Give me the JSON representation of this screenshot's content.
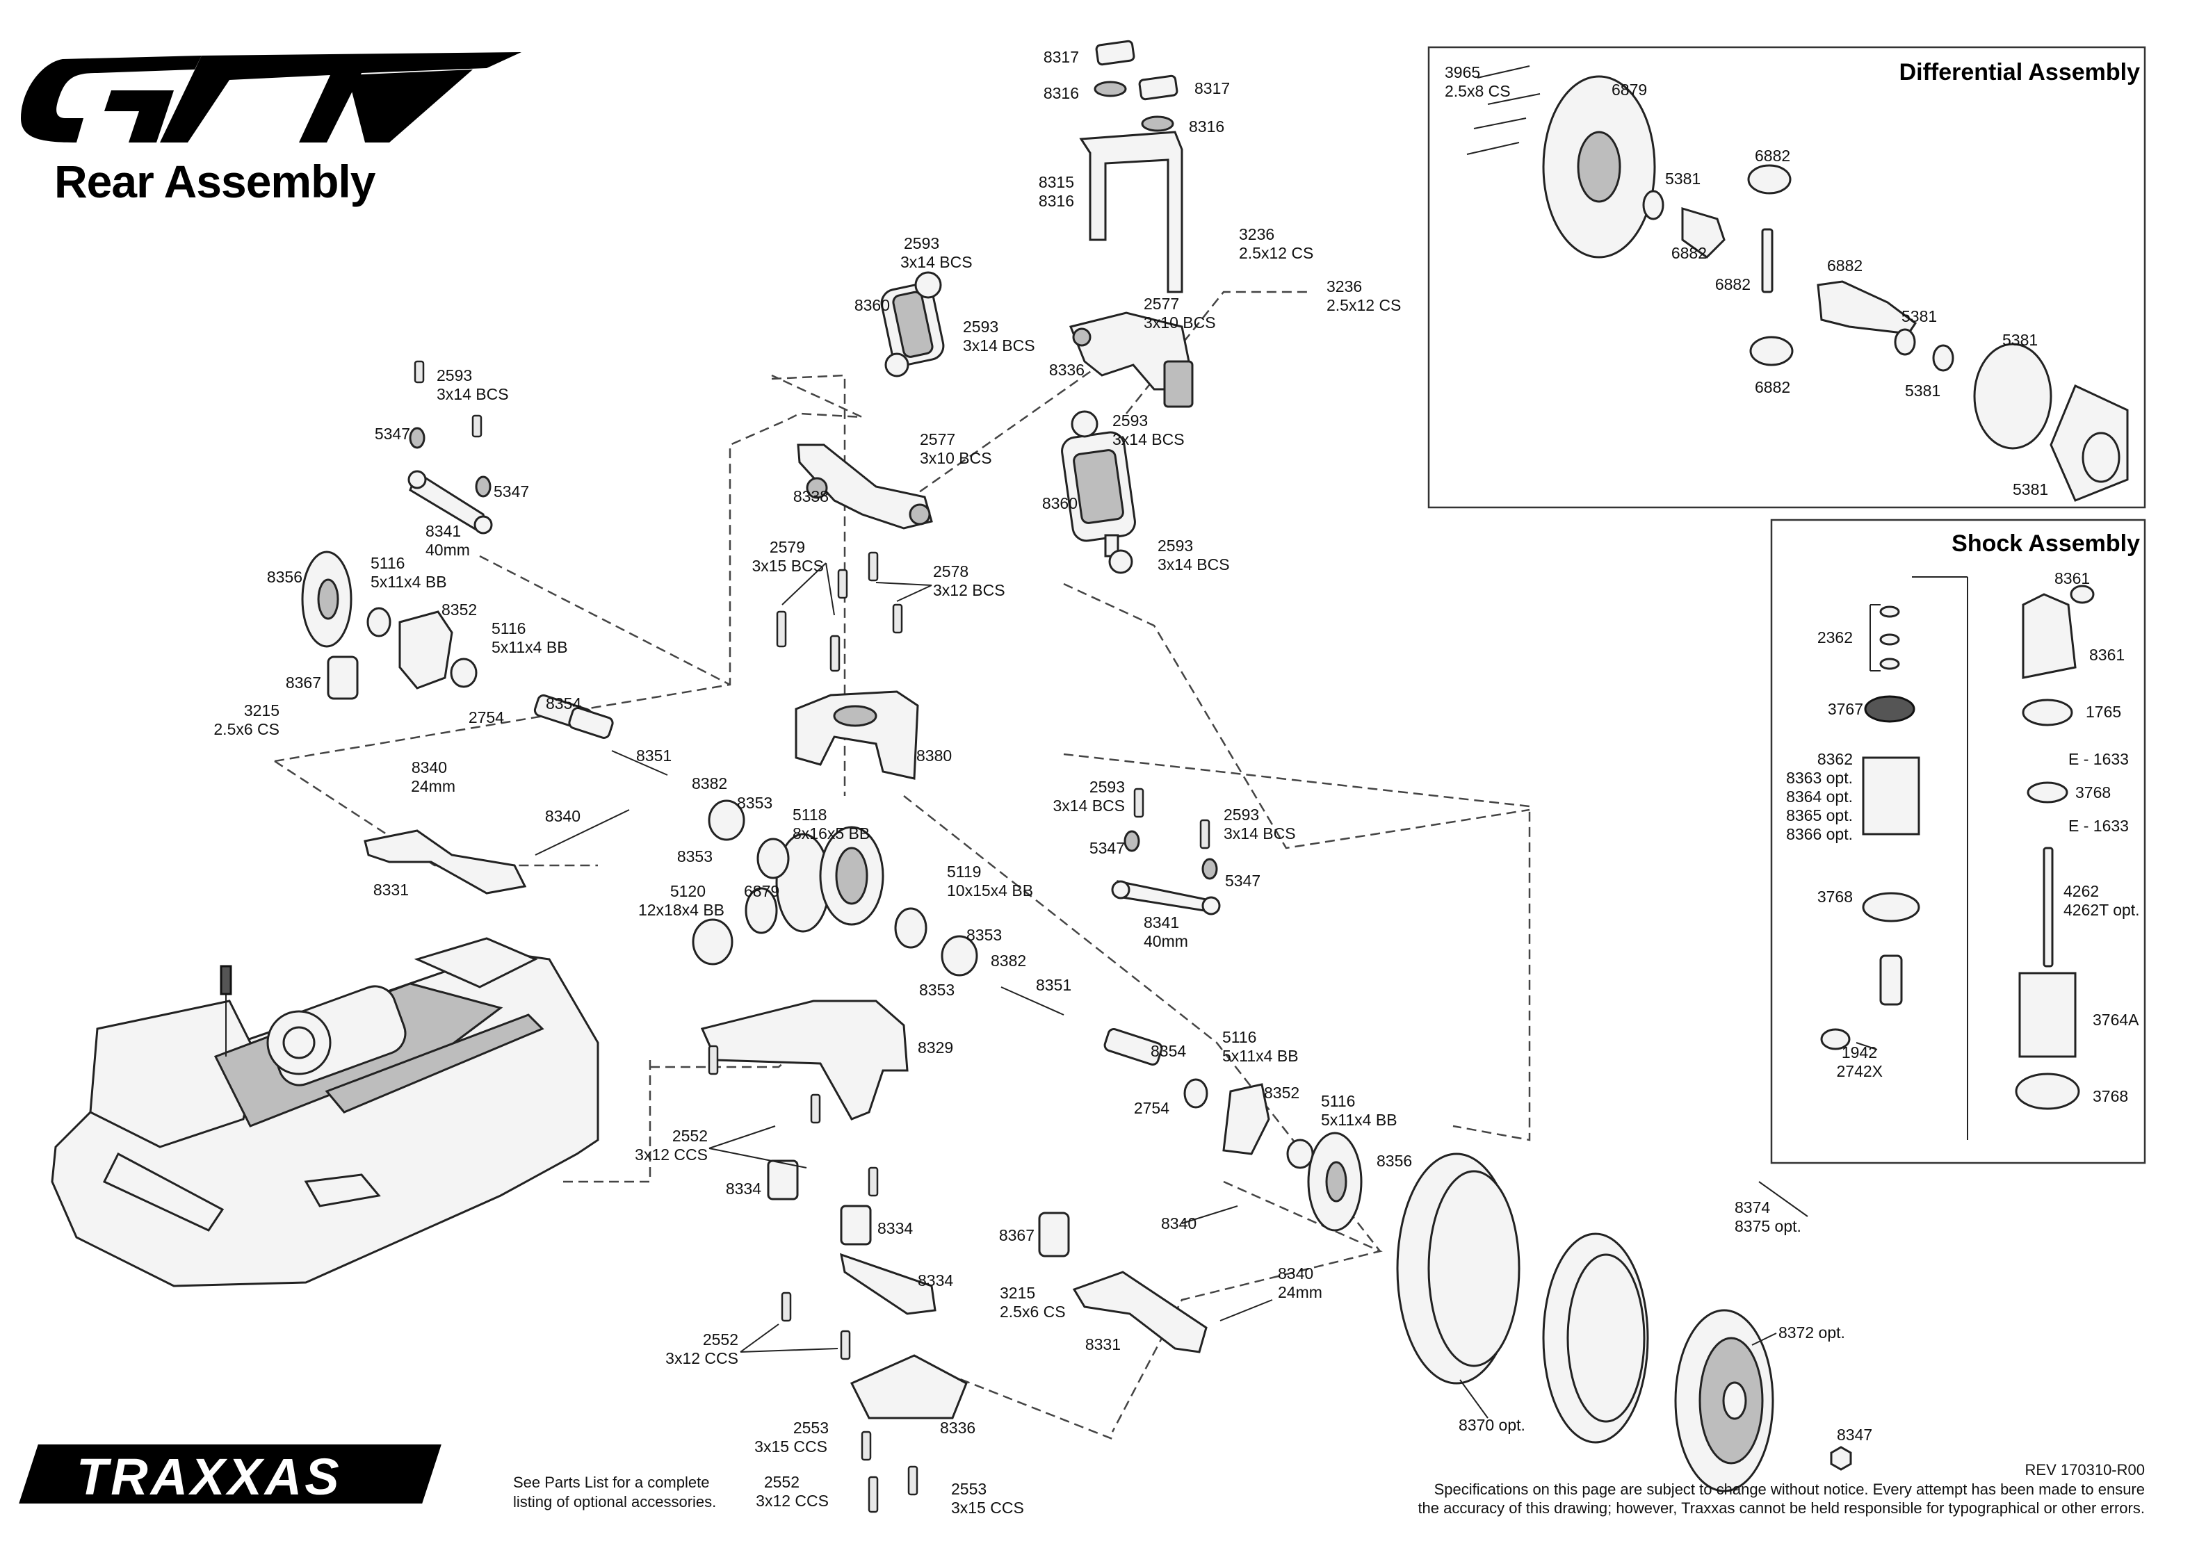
{
  "header": {
    "logo_text": "GT",
    "title": "Rear Assembly"
  },
  "insets": {
    "differential": {
      "title": "Differential Assembly"
    },
    "shock": {
      "title": "Shock Assembly"
    }
  },
  "labels": {
    "l8317a": "8317",
    "l8316a": "8316",
    "l8317b": "8317",
    "l8316b": "8316",
    "l8315": "8315",
    "l8316c": "8316",
    "l3236a1": "3236",
    "l3236a2": "2.5x12 CS",
    "l3236b1": "3236",
    "l3236b2": "2.5x12 CS",
    "l2593a1": "2593",
    "l2593a2": "3x14 BCS",
    "l8360a": "8360",
    "l2593b1": "2593",
    "l2593b2": "3x14 BCS",
    "l2577a1": "2577",
    "l2577a2": "3x10 BCS",
    "l8336a": "8336",
    "l2593c1": "2593",
    "l2593c2": "3x14 BCS",
    "l2577b1": "2577",
    "l2577b2": "3x10 BCS",
    "l8338": "8338",
    "l8360b": "8360",
    "l2593d1": "2593",
    "l2593d2": "3x14 BCS",
    "l2593e1": "2593",
    "l2593e2": "3x14 BCS",
    "l5347a": "5347",
    "l5347b": "5347",
    "l8341a1": "8341",
    "l8341a2": "40mm",
    "l8356a": "8356",
    "l5116a1": "5116",
    "l5116a2": "5x11x4 BB",
    "l8352a": "8352",
    "l5116b1": "5116",
    "l5116b2": "5x11x4 BB",
    "l8367a": "8367",
    "l3215a1": "3215",
    "l3215a2": "2.5x6 CS",
    "l8354a": "8354",
    "l2754a": "2754",
    "l8351a": "8351",
    "l2579_1": "2579",
    "l2579_2": "3x15 BCS",
    "l2578_1": "2578",
    "l2578_2": "3x12 BCS",
    "l8380": "8380",
    "l8340a1": "8340",
    "l8340a2": "24mm",
    "l8340b": "8340",
    "l8331a": "8331",
    "l8382a": "8382",
    "l8353a": "8353",
    "l8353b": "8353",
    "l5118_1": "5118",
    "l5118_2": "8x16x5  BB",
    "l5120_1": "5120",
    "l5120_2": "12x18x4 BB",
    "l6879a": "6879",
    "l5119_1": "5119",
    "l5119_2": "10x15x4 BB",
    "l2593f1": "2593",
    "l2593f2": "3x14 BCS",
    "l2593g1": "2593",
    "l2593g2": "3x14 BCS",
    "l5347c": "5347",
    "l5347d": "5347",
    "l8341b1": "8341",
    "l8341b2": "40mm",
    "l8353c": "8353",
    "l8382b": "8382",
    "l8353d": "8353",
    "l8351b": "8351",
    "l8329": "8329",
    "l8354b": "8354",
    "l5116c1": "5116",
    "l5116c2": "5x11x4 BB",
    "l8352b": "8352",
    "l2754b": "2754",
    "l5116d1": "5116",
    "l5116d2": "5x11x4 BB",
    "l8356b": "8356",
    "l2552a1": "2552",
    "l2552a2": "3x12 CCS",
    "l8334a": "8334",
    "l8334b": "8334",
    "l8334c": "8334",
    "l8367b": "8367",
    "l3215b1": "3215",
    "l3215b2": "2.5x6 CS",
    "l8340c": "8340",
    "l8340d1": "8340",
    "l8340d2": "24mm",
    "l8331b": "8331",
    "l2552b1": "2552",
    "l2552b2": "3x12 CCS",
    "l8336b": "8336",
    "l2553a1": "2553",
    "l2553a2": "3x15 CCS",
    "l2552c1": "2552",
    "l2552c2": "3x12 CCS",
    "l2553b1": "2553",
    "l2553b2": "3x15 CCS",
    "l8374_1": "8374",
    "l8374_2": "8375 opt.",
    "l8372": "8372 opt.",
    "l8370": "8370 opt.",
    "l8347": "8347",
    "d3965_1": "3965",
    "d3965_2": "2.5x8 CS",
    "d6879": "6879",
    "d6882a": "6882",
    "d5381a": "5381",
    "d6882b": "6882",
    "d6882c": "6882",
    "d6882d": "6882",
    "d6882e": "6882",
    "d5381b": "5381",
    "d5381c": "5381",
    "d5381d": "5381",
    "d5381e": "5381",
    "s8361a": "8361",
    "s8361b": "8361",
    "s2362": "2362",
    "s3767": "3767",
    "s1765": "1765",
    "s8362": "8362",
    "s8363": "8363 opt.",
    "s8364": "8364 opt.",
    "s8365": "8365 opt.",
    "s8366": "8366 opt.",
    "sE1633a": "E - 1633",
    "s3768a": "3768",
    "sE1633b": "E - 1633",
    "s3768b": "3768",
    "s4262": "4262",
    "s4262T": "4262T opt.",
    "s3764A": "3764A",
    "s1942": "1942",
    "s2742X": "2742X",
    "s3768c": "3768"
  },
  "footer": {
    "brand": "TRAXXAS",
    "parts_note_1": "See Parts List for a complete",
    "parts_note_2": "listing of optional accessories.",
    "revision": "REV 170310-R00",
    "disclaimer_1": "Specifications on this page are subject to change without notice.  Every attempt has been made to ensure",
    "disclaimer_2": "the accuracy of this drawing; however, Traxxas cannot be held responsible for typographical or other errors."
  }
}
